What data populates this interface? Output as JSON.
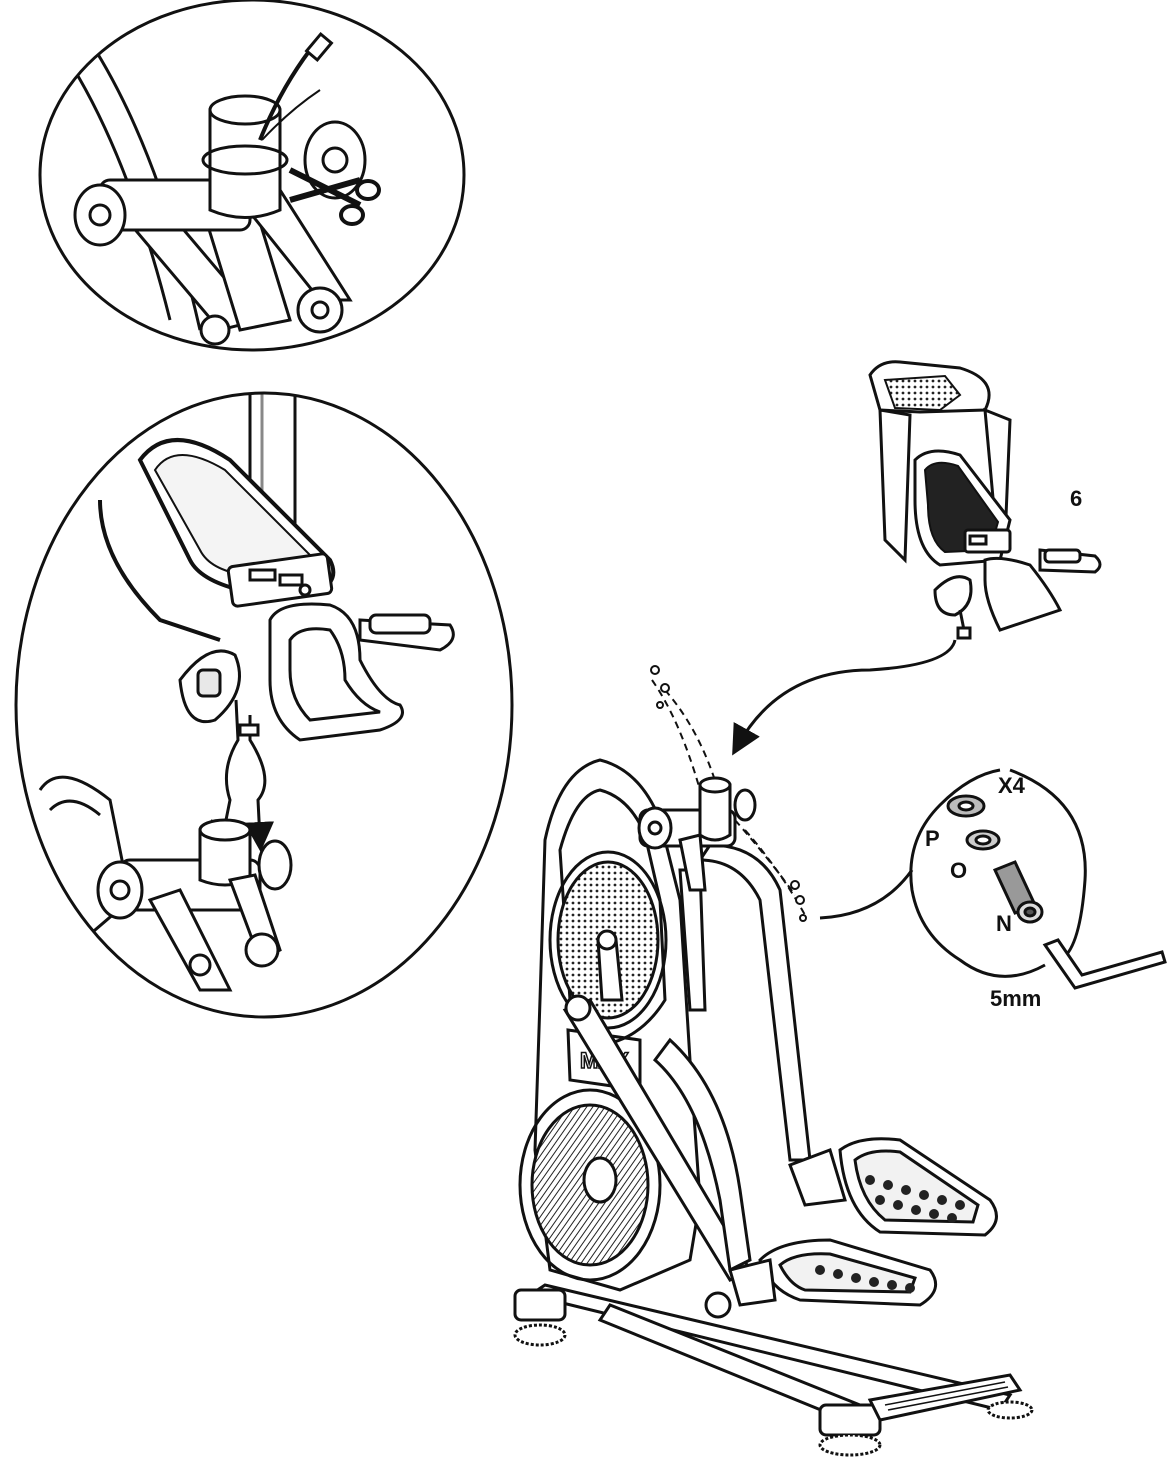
{
  "diagram": {
    "labels": {
      "step_number": "6",
      "quantity": "X4",
      "part_p": "P",
      "part_o": "O",
      "part_n": "N",
      "tool_size": "5mm"
    },
    "icons": {
      "cut": "scissors-icon",
      "tool": "hex-key-icon"
    },
    "colors": {
      "line": "#111111",
      "fill": "#ffffff",
      "shade": "#9a9a9a"
    }
  }
}
